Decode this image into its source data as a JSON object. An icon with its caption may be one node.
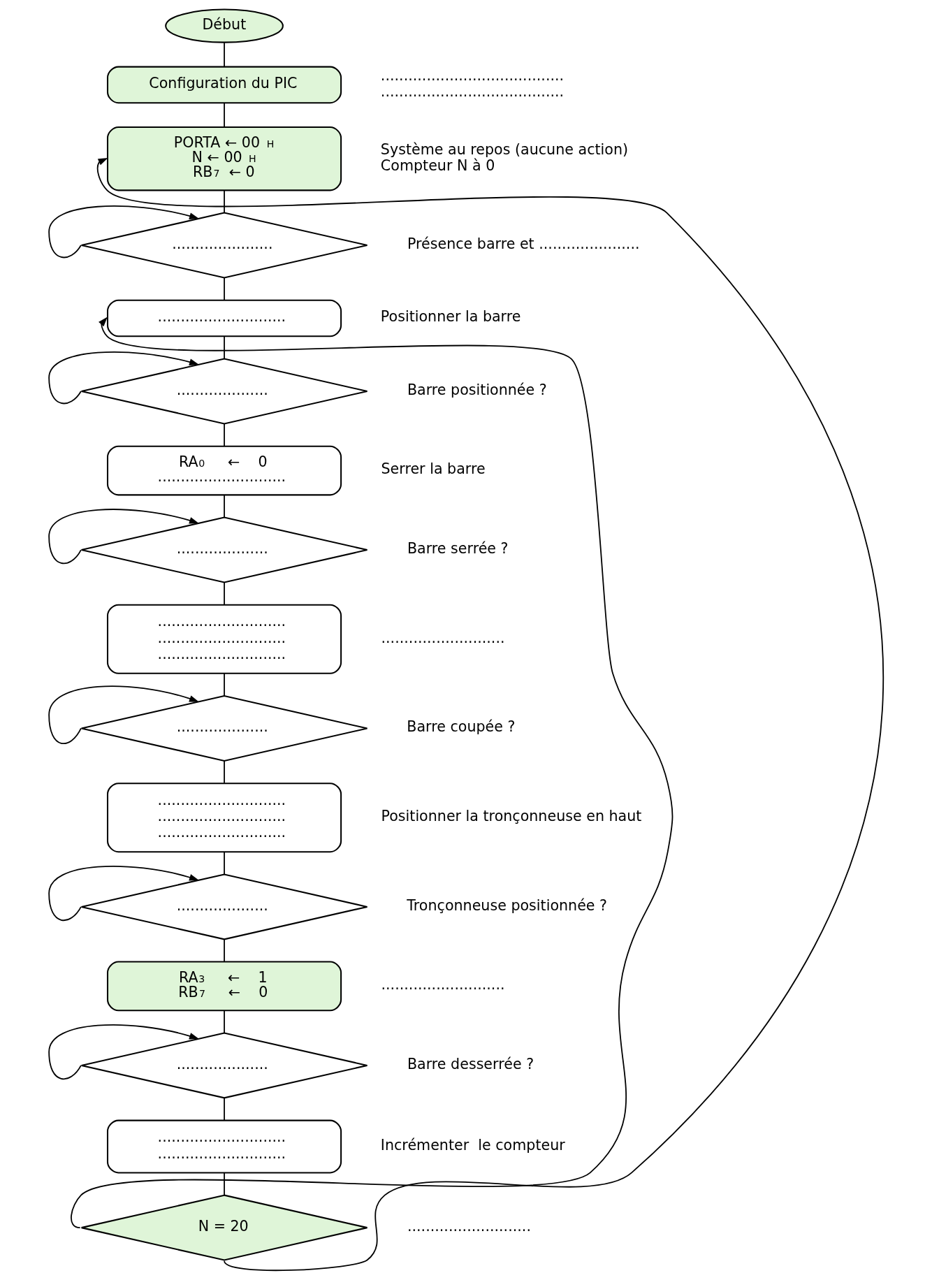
{
  "diagram": {
    "nodes": [
      {
        "text": [
          "Début"
        ]
      },
      {
        "text": [
          "Configuration du PIC"
        ],
        "beside": [
          "........................................",
          "........................................"
        ]
      },
      {
        "text": [
          "PORTA ← 00 $_{H}$",
          "N ← 00 $_{H}$",
          "RB$_{7}$ ← 0"
        ],
        "beside": [
          "Système au repos (aucune action)",
          "Compteur N à 0"
        ]
      },
      {
        "text": [
          "......................"
        ],
        "beside": [
          "Présence barre et ......................"
        ]
      },
      {
        "text": [
          "............................"
        ],
        "beside": [
          "Positionner la barre"
        ]
      },
      {
        "text": [
          "...................."
        ],
        "beside": [
          "Barre positionnée ?"
        ]
      },
      {
        "text": [
          "RA$_{0}$    ←    0",
          "............................"
        ],
        "beside": [
          "Serrer la barre"
        ]
      },
      {
        "text": [
          "...................."
        ],
        "beside": [
          "Barre serrée ?"
        ]
      },
      {
        "text": [
          "............................",
          "............................",
          "............................"
        ],
        "beside": [
          "..........................."
        ]
      },
      {
        "text": [
          "...................."
        ],
        "beside": [
          "Barre coupée ?"
        ]
      },
      {
        "text": [
          "............................",
          "............................",
          "............................"
        ],
        "beside": [
          "Positionner la tronçonneuse en haut"
        ]
      },
      {
        "text": [
          "...................."
        ],
        "beside": [
          "Tronçonneuse positionnée ?"
        ]
      },
      {
        "text": [
          "RA$_{3}$    ←    1",
          "RB$_{7}$    ←    0"
        ],
        "beside": [
          "..........................."
        ]
      },
      {
        "text": [
          "...................."
        ],
        "beside": [
          "Barre desserrée ?"
        ]
      },
      {
        "text": [
          "............................",
          "............................"
        ],
        "beside": [
          "Incrémenter  le compteur"
        ]
      },
      {
        "text": [
          "N = 20"
        ],
        "beside": [
          "..........................."
        ]
      }
    ],
    "edges": [
      {
        "from": 0,
        "to": 1,
        "arrow": "none"
      },
      {
        "from": 1,
        "to": 2,
        "arrow": "none"
      },
      {
        "from": 2,
        "to": 3,
        "arrow": "none"
      },
      {
        "from": 3,
        "to": 3,
        "arrow": "to"
      },
      {
        "from": 3,
        "to": 4,
        "arrow": "none"
      },
      {
        "from": 4,
        "to": 5,
        "arrow": "none"
      },
      {
        "from": 5,
        "to": 5,
        "arrow": "to"
      },
      {
        "from": 5,
        "to": 6,
        "arrow": "none"
      },
      {
        "from": 6,
        "to": 7,
        "arrow": "none"
      },
      {
        "from": 7,
        "to": 7,
        "arrow": "to"
      },
      {
        "from": 7,
        "to": 8,
        "arrow": "none"
      },
      {
        "from": 8,
        "to": 9,
        "arrow": "none"
      },
      {
        "from": 9,
        "to": 9,
        "arrow": "to"
      },
      {
        "from": 9,
        "to": 10,
        "arrow": "none"
      },
      {
        "from": 10,
        "to": 11,
        "arrow": "none"
      },
      {
        "from": 11,
        "to": 11,
        "arrow": "to"
      },
      {
        "from": 11,
        "to": 12,
        "arrow": "none"
      },
      {
        "from": 12,
        "to": 13,
        "arrow": "none"
      },
      {
        "from": 13,
        "to": 13,
        "arrow": "to"
      },
      {
        "from": 13,
        "to": 14,
        "arrow": "none"
      },
      {
        "from": 14,
        "to": 15,
        "arrow": "none"
      },
      {
        "from": 15,
        "to": 4,
        "arrow": "to"
      },
      {
        "from": 15,
        "to": 2,
        "arrow": "to"
      }
    ]
  }
}
